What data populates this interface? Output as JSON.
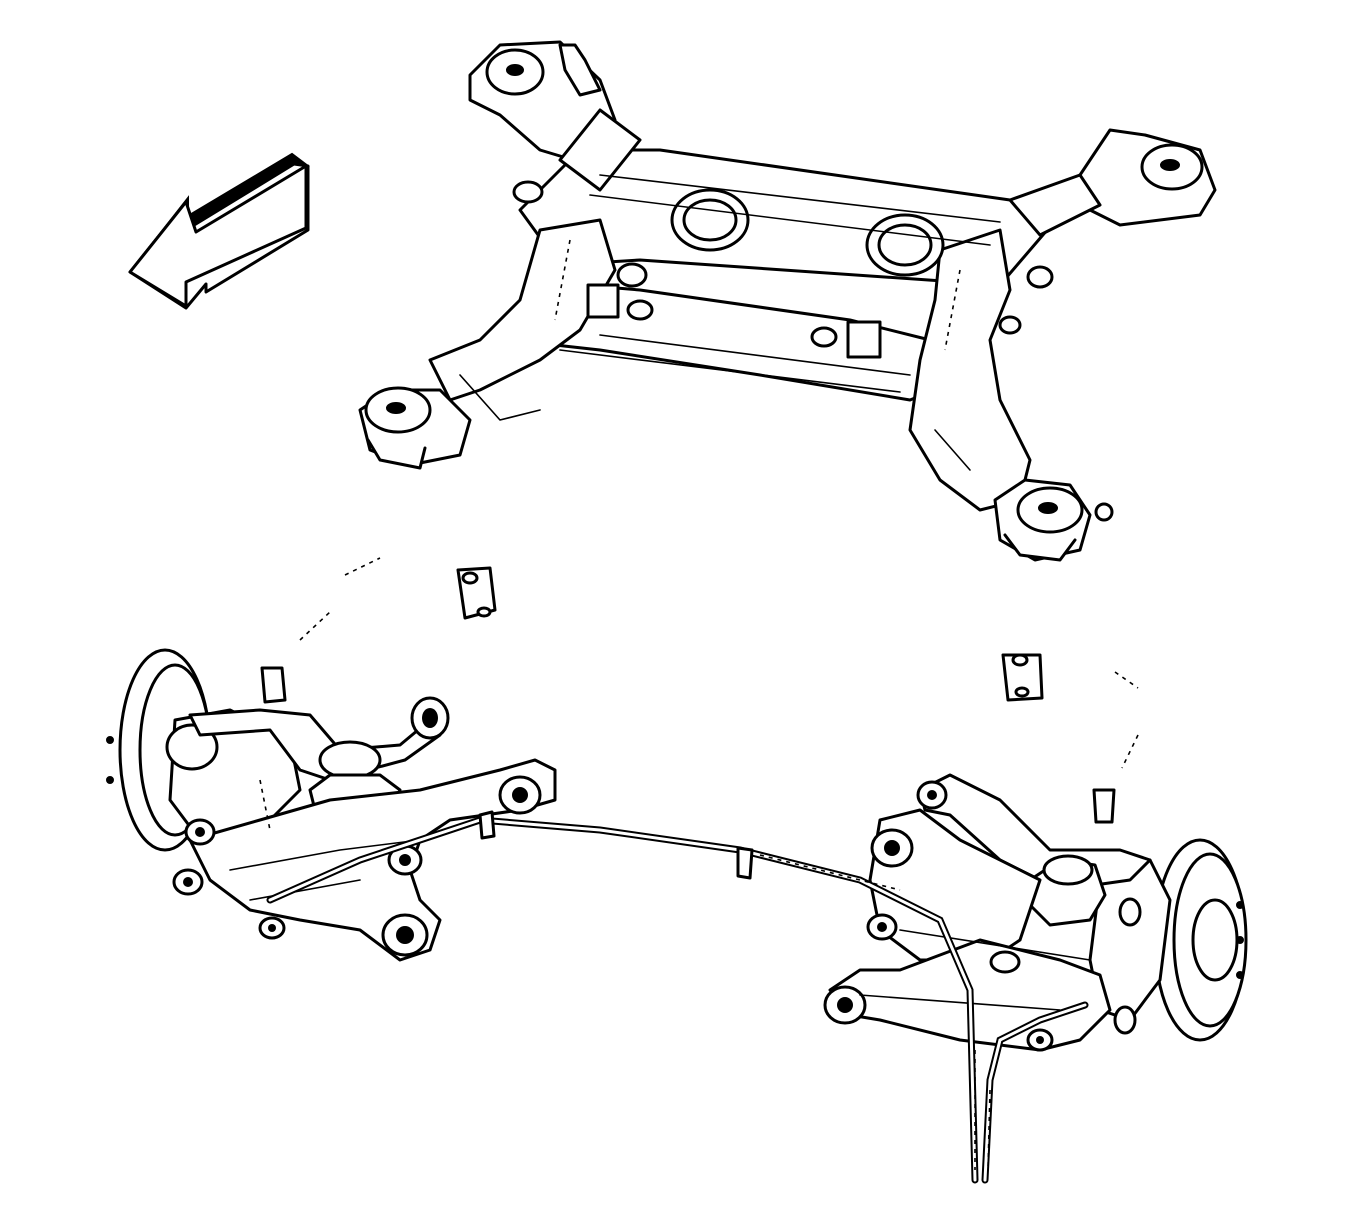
{
  "figure": {
    "colors": {
      "line": "#000000",
      "background": "#ffffff"
    },
    "components": [
      {
        "id": "direction-arrow",
        "kind": "arrow-icon"
      },
      {
        "id": "rear-suspension-crossmember",
        "kind": "crossmember"
      },
      {
        "id": "stabilizer-bar",
        "kind": "bar"
      },
      {
        "id": "left-knuckle-assembly",
        "kind": "assembly"
      },
      {
        "id": "right-knuckle-assembly",
        "kind": "assembly"
      },
      {
        "id": "brake-cables",
        "kind": "cable"
      }
    ]
  }
}
